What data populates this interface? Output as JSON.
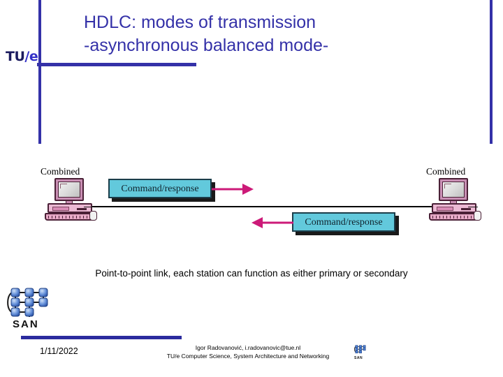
{
  "brand": {
    "logo_tu": "TU",
    "logo_slash_e": "/e",
    "rule_color": "#3431a8"
  },
  "slide": {
    "title": "HDLC: modes of transmission\n-asynchronous balanced mode-",
    "title_color": "#3431a8",
    "caption": "Point-to-point link, each station can function as either primary or secondary"
  },
  "diagram": {
    "left_station_label": "Combined",
    "right_station_label": "Combined",
    "top_message_label": "Command/response",
    "bottom_message_label": "Command/response",
    "box_color": "#62c9dc",
    "arrow_color": "#cc1a78",
    "link_color": "#000000",
    "station_color": "#ecb9d4"
  },
  "san_logo": {
    "word": "SAN",
    "node_color": "#4a7fd4",
    "footer_word": "SAN"
  },
  "footer": {
    "date": "1/11/2022",
    "credit": "Igor Radovanović, i.radovanovic@tue.nl\nTU/e Computer Science, System Architecture and Networking"
  }
}
